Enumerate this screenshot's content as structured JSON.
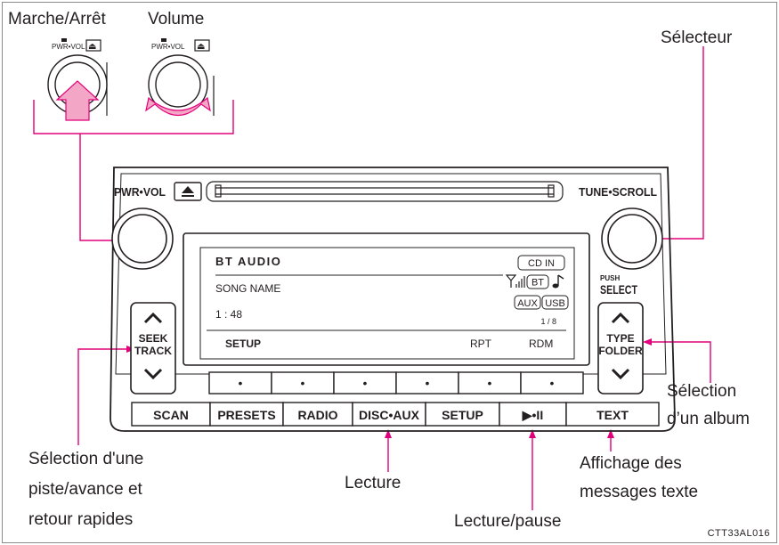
{
  "callouts": {
    "power": "Marche/Arrêt",
    "volume": "Volume",
    "selector": "Sélecteur",
    "album_line1": "Sélection",
    "album_line2": "d’un album",
    "track_line1": "Sélection d'une",
    "track_line2": "piste/avance et",
    "track_line3": "retour rapides",
    "play": "Lecture",
    "playpause": "Lecture/pause",
    "text_line1": "Affichage des",
    "text_line2": "messages texte"
  },
  "figure_code": "CTT33AL016",
  "inset": {
    "knob_label": "PWR•VOL",
    "eject_symbol": "⏏"
  },
  "unit": {
    "pwr_vol_label": "PWR•VOL",
    "tune_scroll_label": "TUNE•SCROLL",
    "push_label": "PUSH",
    "select_label": "SELECT",
    "seek_line1": "SEEK",
    "seek_line2": "TRACK",
    "type_line1": "TYPE",
    "type_line2": "FOLDER",
    "preset_dots": [
      "•",
      "•",
      "•",
      "•",
      "•",
      "•"
    ],
    "bottom_buttons": [
      "SCAN",
      "PRESETS",
      "RADIO",
      "DISC•AUX",
      "SETUP",
      "▶•II",
      "TEXT"
    ]
  },
  "display": {
    "title": "BT AUDIO",
    "song": "SONG NAME",
    "time": "1 : 48",
    "cd_in": "CD IN",
    "bt": "BT",
    "aux": "AUX",
    "usb": "USB",
    "track_count": "1 / 8",
    "soft_setup": "SETUP",
    "soft_rpt": "RPT",
    "soft_rdm": "RDM"
  },
  "colors": {
    "accent": "#e2007a",
    "arrow_fill": "#f4a6c6",
    "line": "#231f20"
  }
}
